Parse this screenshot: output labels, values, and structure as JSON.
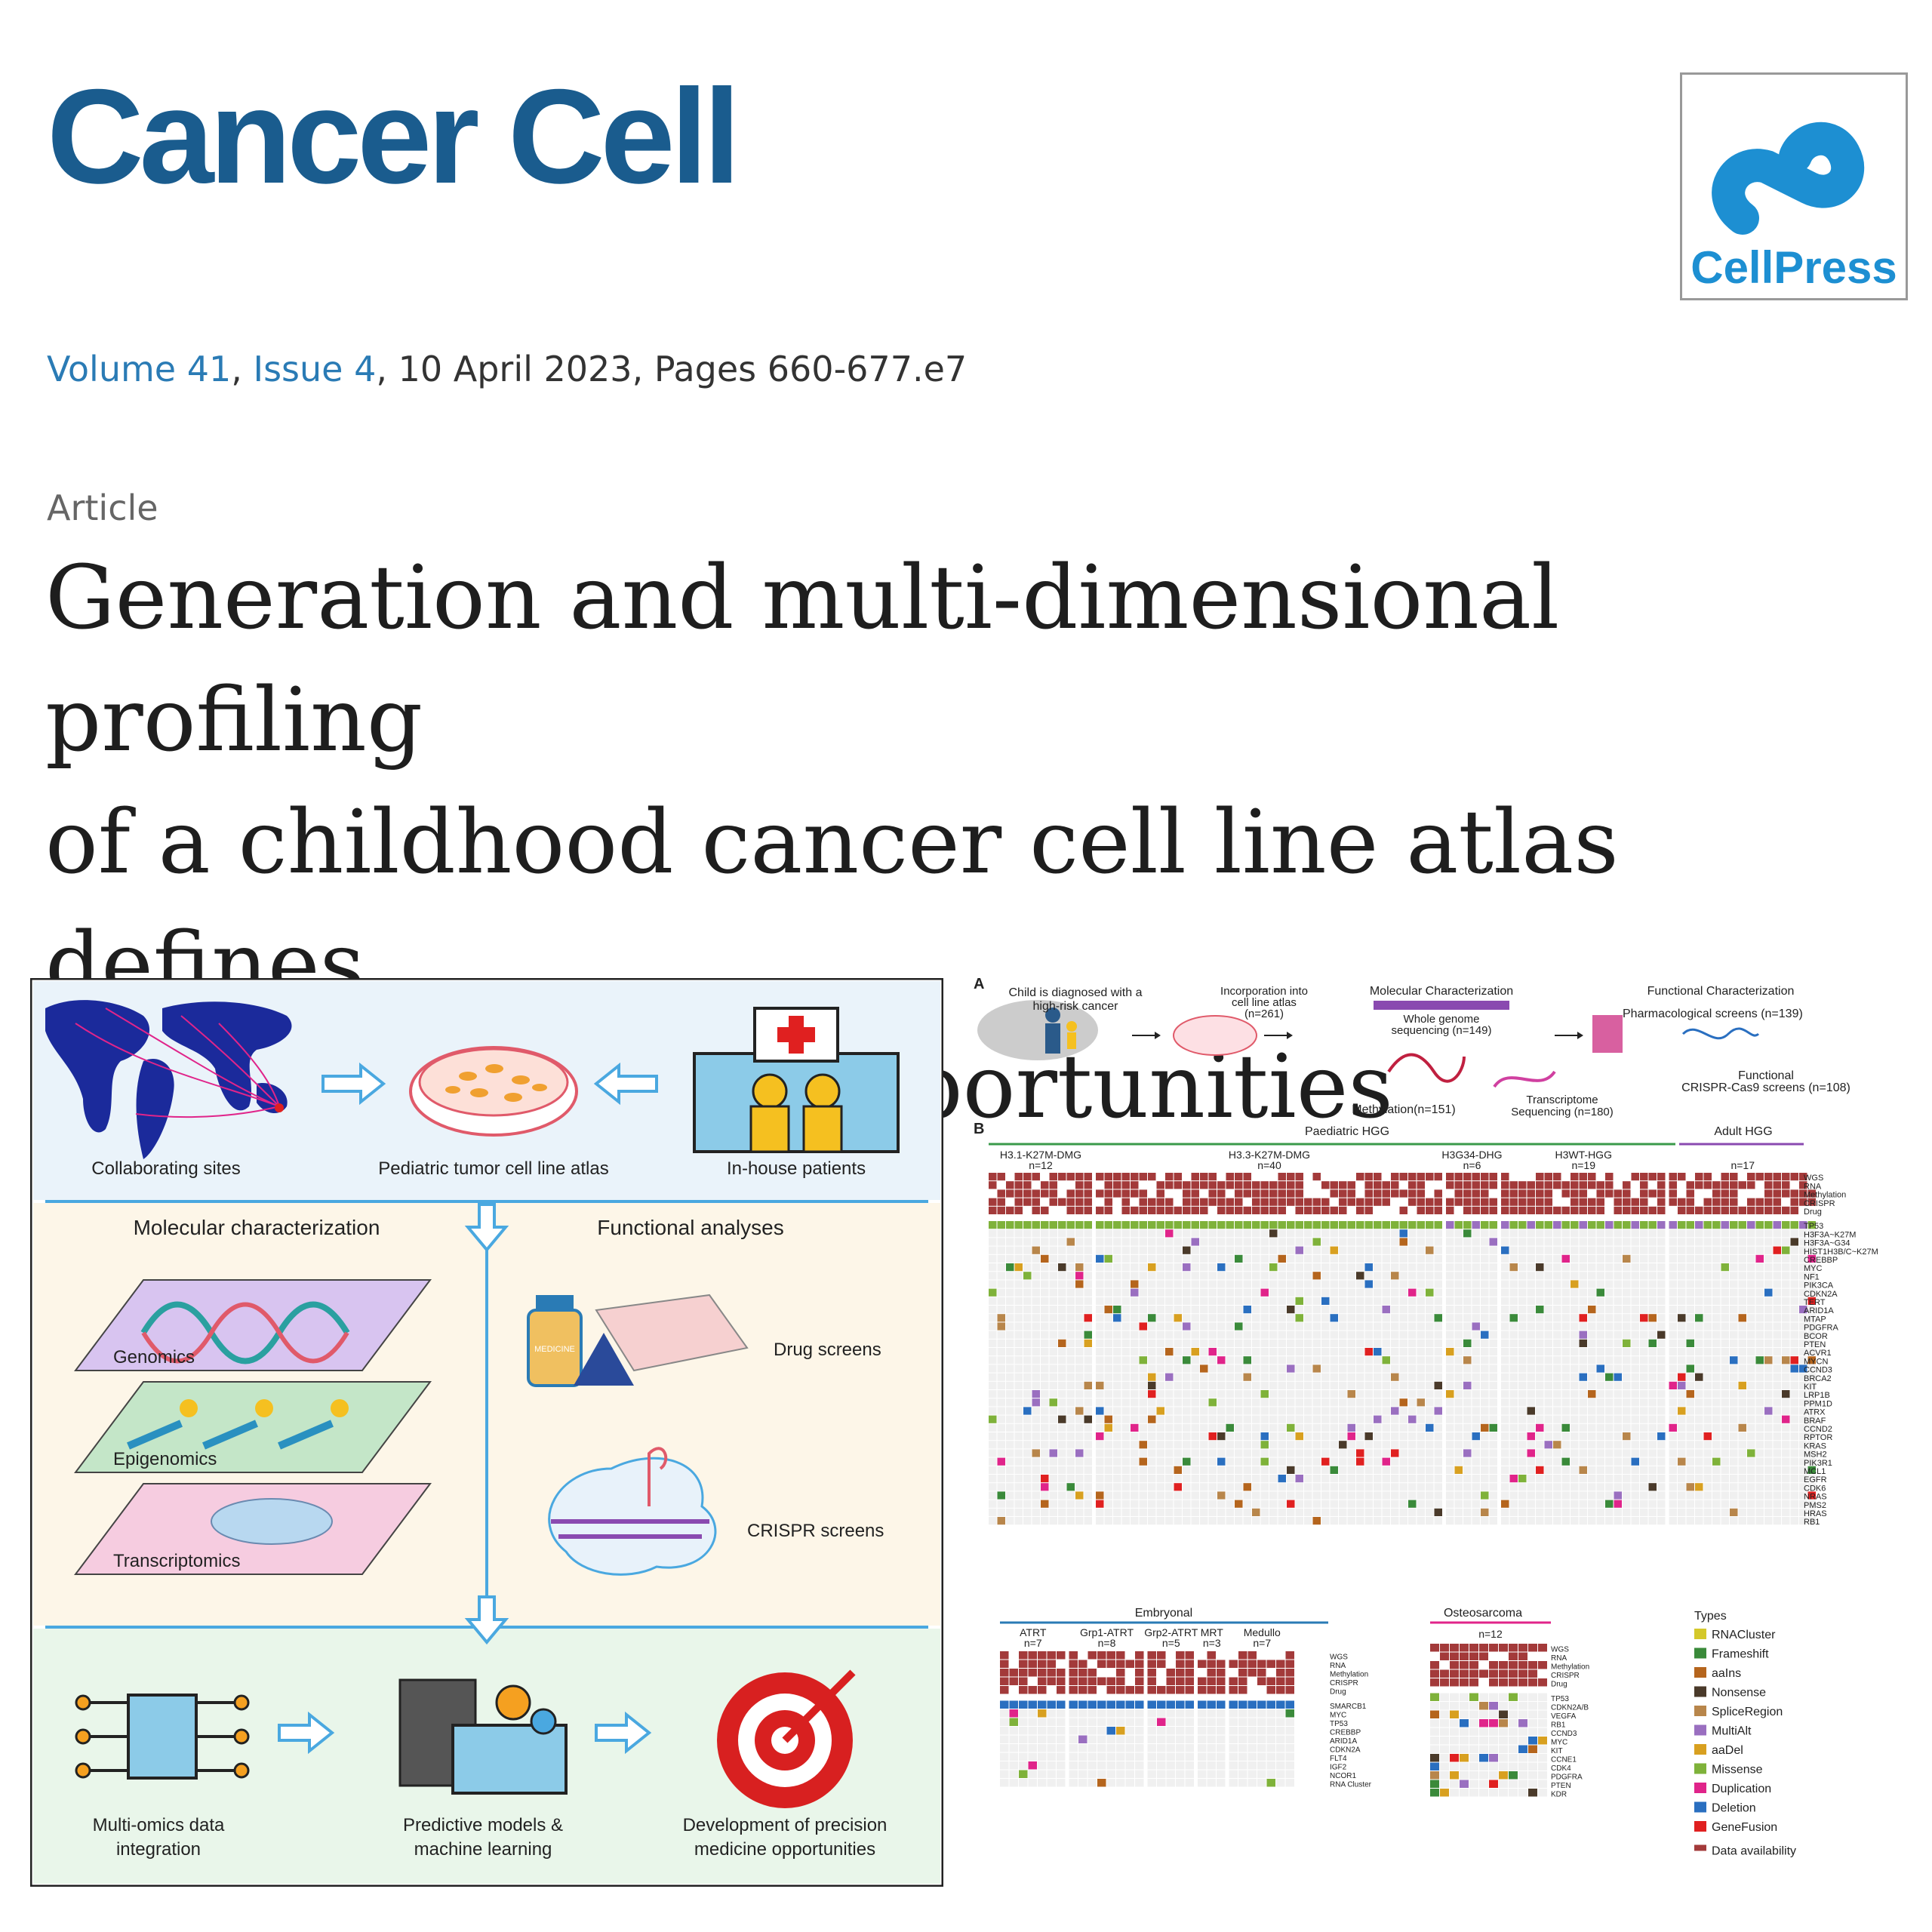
{
  "header": {
    "journal": "Cancer Cell",
    "publisher_logo_text": "CellPress",
    "citation": {
      "volume": "Volume 41",
      "sep1": ", ",
      "issue": "Issue 4",
      "rest": ", 10 April 2023, Pages 660-677.e7"
    },
    "article_type": "Article",
    "title_lines": [
      "Generation and multi-dimensional profiling",
      "of a childhood cancer cell line atlas defines",
      "new therapeutic opportunities"
    ]
  },
  "colors": {
    "journal_blue": "#1a5c8e",
    "link_blue": "#2a7bb5",
    "cellpress_blue": "#1d8fd2",
    "availability": "#a33a3a"
  },
  "graphical_abstract": {
    "top": {
      "sites": "Collaborating sites",
      "atlas": "Pediatric tumor cell line atlas",
      "patients": "In-house patients"
    },
    "molecular": {
      "heading": "Molecular characterization",
      "layers": [
        "Genomics",
        "Epigenomics",
        "Transcriptomics"
      ]
    },
    "functional": {
      "heading": "Functional analyses",
      "drug": "Drug screens",
      "crispr": "CRISPR screens",
      "medicine_label": "MEDICINE"
    },
    "bottom": {
      "integration": [
        "Multi-omics data",
        "integration"
      ],
      "models": [
        "Predictive models &",
        "machine learning"
      ],
      "precision": [
        "Development of precision",
        "medicine opportunities"
      ]
    }
  },
  "figure": {
    "panel_a": {
      "letter": "A",
      "diagnosed": [
        "Child is diagnosed with a",
        "high-risk cancer"
      ],
      "incorporation": [
        "Incorporation into",
        "cell line atlas",
        "(n=261)"
      ],
      "molecular_title": "Molecular Characterization",
      "wgs": [
        "Whole genome",
        "sequencing (n=149)"
      ],
      "methylation": "Methylation(n=151)",
      "transcriptome": [
        "Transcriptome",
        "Sequencing (n=180)"
      ],
      "functional_title": "Functional Characterization",
      "pharma": "Pharmacological screens (n=139)",
      "crispr": [
        "Functional",
        "CRISPR-Cas9 screens (n=108)"
      ]
    },
    "panel_b": {
      "letter": "B",
      "paed_hgg": "Paediatric HGG",
      "adult_hgg": "Adult HGG",
      "groups": [
        {
          "name": "H3.1-K27M-DMG",
          "n": "n=12"
        },
        {
          "name": "H3.3-K27M-DMG",
          "n": "n=40"
        },
        {
          "name": "H3G34-DHG",
          "n": "n=6"
        },
        {
          "name": "H3WT-HGG",
          "n": "n=19"
        },
        {
          "name": "",
          "n": "n=17"
        }
      ],
      "data_rows": [
        "WGS",
        "RNA",
        "Methylation",
        "CRISPR",
        "Drug"
      ],
      "genes": [
        "TP53",
        "H3F3A~K27M",
        "H3F3A~G34",
        "HIST1H3B/C~K27M",
        "CREBBP",
        "MYC",
        "NF1",
        "PIK3CA",
        "CDKN2A",
        "TERT",
        "ARID1A",
        "MTAP",
        "PDGFRA",
        "BCOR",
        "PTEN",
        "ACVR1",
        "MYCN",
        "CCND3",
        "BRCA2",
        "KIT",
        "LRP1B",
        "PPM1D",
        "ATRX",
        "BRAF",
        "CCND2",
        "RPTOR",
        "KRAS",
        "MSH2",
        "PIK3R1",
        "MCL1",
        "EGFR",
        "CDK6",
        "NRAS",
        "PMS2",
        "HRAS",
        "RB1"
      ],
      "embryonal": "Embryonal",
      "emb_groups": [
        {
          "name": "ATRT",
          "n": "n=7"
        },
        {
          "name": "Grp1-ATRT",
          "n": "n=8"
        },
        {
          "name": "Grp2-ATRT",
          "n": "n=5"
        },
        {
          "name": "MRT",
          "n": "n=3"
        },
        {
          "name": "Medullo",
          "n": "n=7"
        }
      ],
      "emb_genes": [
        "SMARCB1",
        "MYC",
        "TP53",
        "CREBBP",
        "ARID1A",
        "CDKN2A",
        "FLT4",
        "IGF2",
        "NCOR1",
        "RNA Cluster"
      ],
      "osteosarcoma": "Osteosarcoma",
      "osteo_n": "n=12",
      "osteo_genes": [
        "TP53",
        "CDKN2A/B",
        "VEGFA",
        "RB1",
        "CCND3",
        "MYC",
        "KIT",
        "CCNE1",
        "CDK4",
        "PDGFRA",
        "PTEN",
        "KDR"
      ],
      "types_title": "Types",
      "legend": [
        {
          "name": "RNACluster",
          "color": "#d4c82a"
        },
        {
          "name": "Frameshift",
          "color": "#3a8a3a"
        },
        {
          "name": "aaIns",
          "color": "#b5651d"
        },
        {
          "name": "Nonsense",
          "color": "#4a3a2a"
        },
        {
          "name": "SpliceRegion",
          "color": "#b8864b"
        },
        {
          "name": "MultiAlt",
          "color": "#9a6fc0"
        },
        {
          "name": "aaDel",
          "color": "#d8a020"
        },
        {
          "name": "Missense",
          "color": "#7fb23a"
        },
        {
          "name": "Duplication",
          "color": "#e0248a"
        },
        {
          "name": "Deletion",
          "color": "#2a6fc0"
        },
        {
          "name": "GeneFusion",
          "color": "#e02020"
        },
        {
          "name": "Data availability",
          "color": "#a33a3a"
        }
      ]
    }
  }
}
